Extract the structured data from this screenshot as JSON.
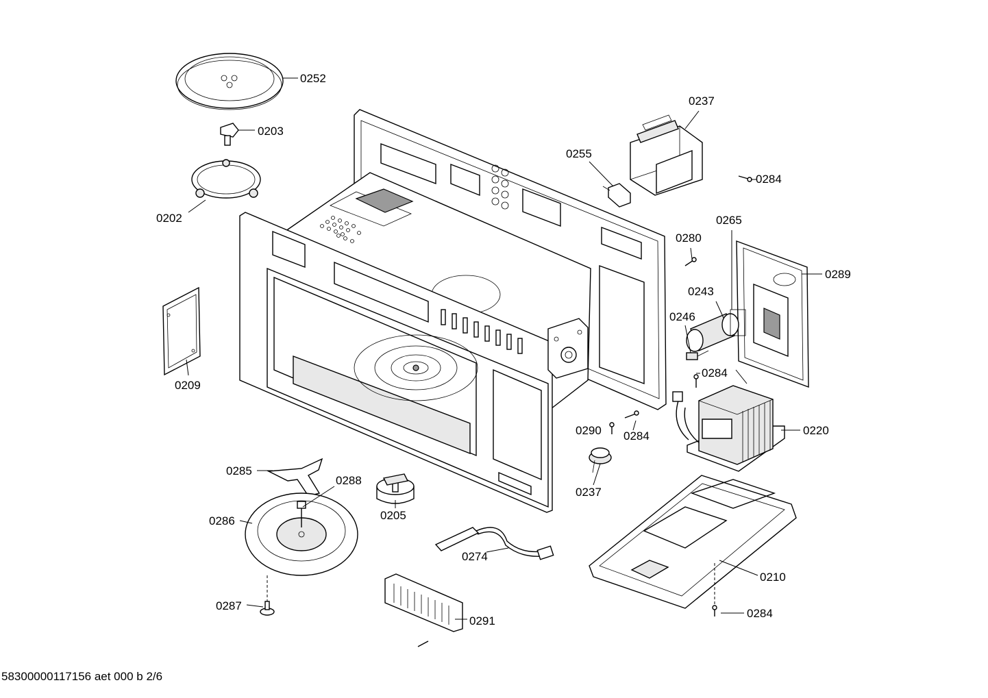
{
  "labels": {
    "p0252": "0252",
    "p0203": "0203",
    "p0202": "0202",
    "p0209": "0209",
    "p0237_top": "0237",
    "p0255": "0255",
    "p0284_a": "0284",
    "p0280": "0280",
    "p0265": "0265",
    "p0289": "0289",
    "p0243": "0243",
    "p0246": "0246",
    "p0284_b": "0284",
    "p0220": "0220",
    "p0290": "0290",
    "p0284_c": "0284",
    "p0237_bottom": "0237",
    "p0285": "0285",
    "p0288": "0288",
    "p0286": "0286",
    "p0205": "0205",
    "p0274": "0274",
    "p0210": "0210",
    "p0287": "0287",
    "p0284_d": "0284",
    "p0291": "0291"
  },
  "footer": "58300000117156 aet 000 b 2/6"
}
